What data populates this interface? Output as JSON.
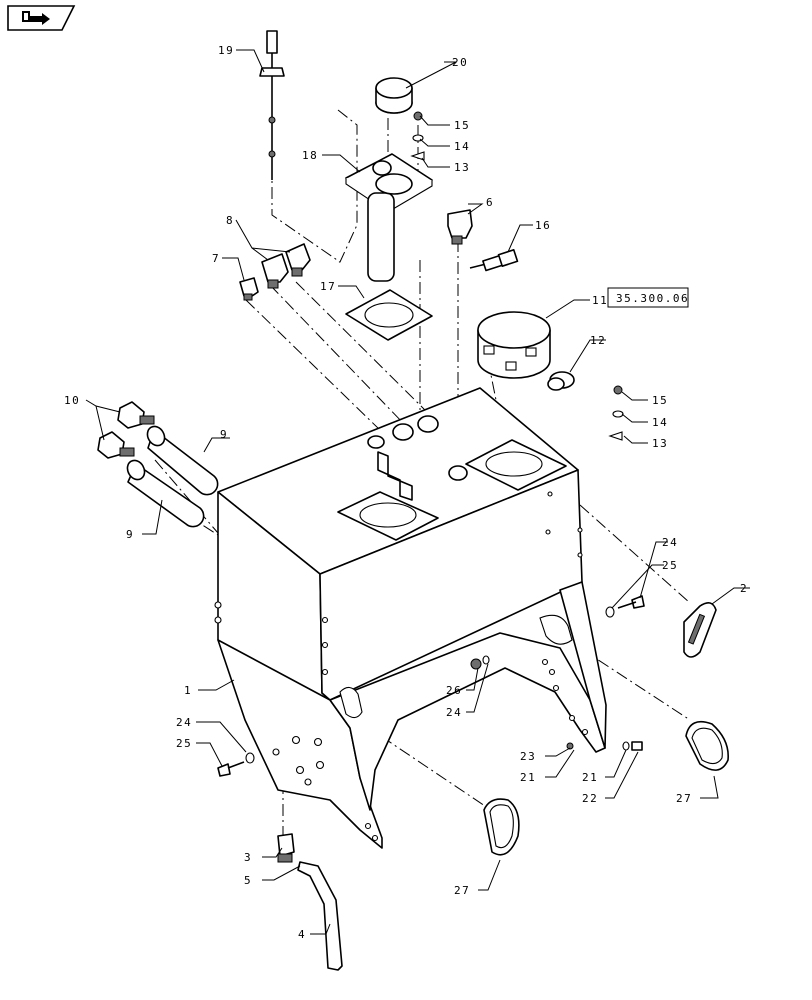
{
  "nav": {
    "icon": "return-arrow-icon"
  },
  "callouts": {
    "c1": "1",
    "c2": "2",
    "c3": "3",
    "c4": "4",
    "c5": "5",
    "c6": "6",
    "c7": "7",
    "c8": "8",
    "c9a": "9",
    "c9b": "9",
    "c10": "10",
    "c11": "11",
    "c12": "12",
    "c13a": "13",
    "c13b": "13",
    "c14a": "14",
    "c14b": "14",
    "c15a": "15",
    "c15b": "15",
    "c16": "16",
    "c17": "17",
    "c18": "18",
    "c19": "19",
    "c20": "20",
    "c21a": "21",
    "c21b": "21",
    "c22": "22",
    "c23": "23",
    "c24a": "24",
    "c24b": "24",
    "c24c": "24",
    "c25a": "25",
    "c25b": "25",
    "c26": "26",
    "c27a": "27",
    "c27b": "27"
  },
  "reference": {
    "label": "35.300.06"
  }
}
